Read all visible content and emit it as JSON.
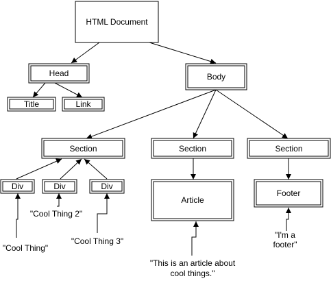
{
  "nodes": {
    "html_document": "HTML Document",
    "head": "Head",
    "body": "Body",
    "title": "Title",
    "link": "Link",
    "section_left": "Section",
    "section_middle": "Section",
    "section_right": "Section",
    "div_1": "Div",
    "div_2": "Div",
    "div_3": "Div",
    "article": "Article",
    "footer": "Footer"
  },
  "texts": {
    "cool_thing": "\"Cool Thing\"",
    "cool_thing_2": "\"Cool Thing 2\"",
    "cool_thing_3": "\"Cool Thing 3\"",
    "article_text_line1": "\"This is an article about",
    "article_text_line2": "cool things.\"",
    "footer_text_line1": "\"I'm a",
    "footer_text_line2": "footer\""
  }
}
